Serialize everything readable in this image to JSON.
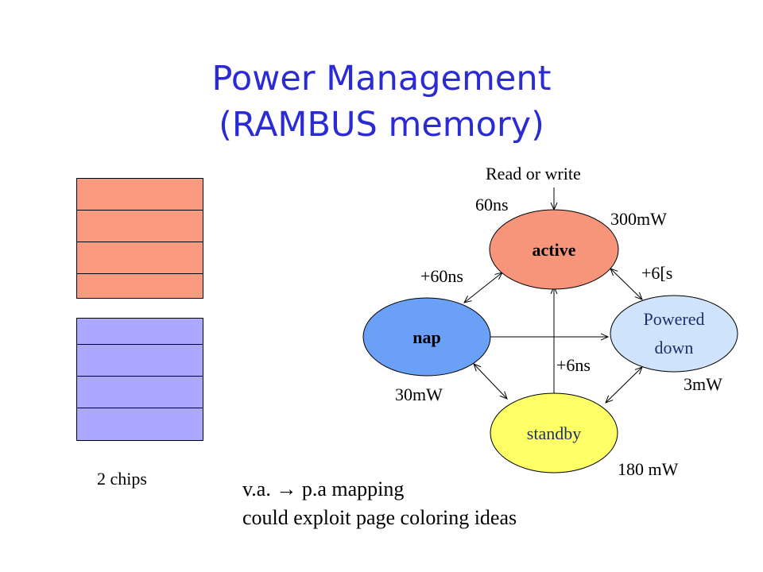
{
  "title": {
    "line1": "Power Management",
    "line2": "(RAMBUS memory)"
  },
  "colors": {
    "title": "#2b2bd6",
    "active": "#f7957a",
    "nap": "#6aa0f5",
    "powered_down": "#cfe3fa",
    "standby": "#ffff66",
    "chip_top": "#fa9a7e",
    "chip_bottom": "#aaa9ff"
  },
  "chips": {
    "label": "2 chips"
  },
  "states": {
    "active": "active",
    "nap": "nap",
    "powered_down_line1": "Powered",
    "powered_down_line2": "down",
    "standby": "standby"
  },
  "labels": {
    "read_or_write": "Read or write",
    "active_latency": "60ns",
    "active_power": "300mW",
    "nap_to_active": "+60ns",
    "powered_to_active": "+6[s",
    "standby_to_active": "+6ns",
    "nap_power": "30mW",
    "powered_power": "3mW",
    "standby_power": "180 mW"
  },
  "caption": {
    "line1": "v.a. → p.a mapping",
    "line2": "could exploit page coloring ideas"
  }
}
